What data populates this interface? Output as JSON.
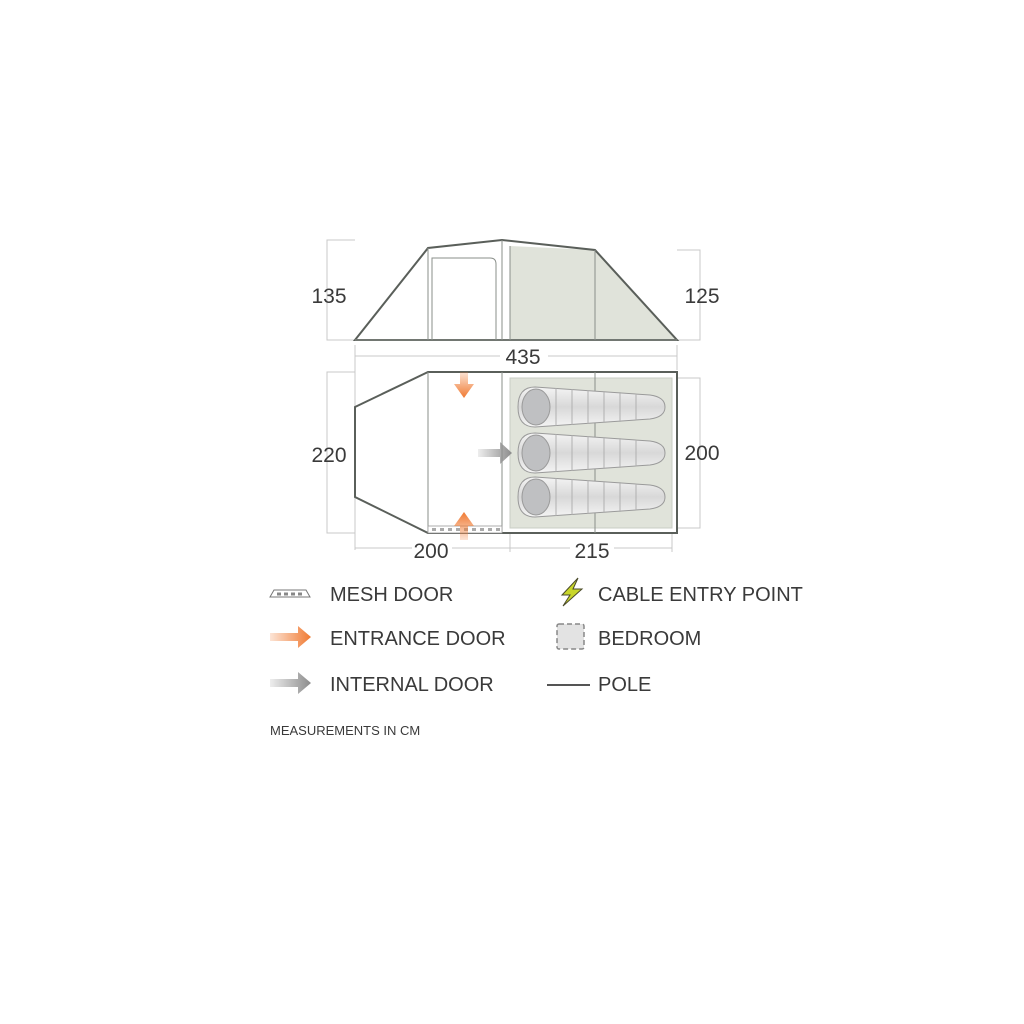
{
  "dimensions": {
    "side_left_height": "135",
    "side_right_height": "125",
    "total_length": "435",
    "plan_left_width": "220",
    "plan_right_width": "200",
    "living_length": "200",
    "bedroom_length": "215"
  },
  "legend": {
    "mesh_door": "MESH DOOR",
    "entrance_door": "ENTRANCE DOOR",
    "internal_door": "INTERNAL DOOR",
    "cable_entry": "CABLE ENTRY POINT",
    "bedroom": "BEDROOM",
    "pole": "POLE"
  },
  "note": "MEASUREMENTS IN CM",
  "colors": {
    "entrance_arrow": "#f07a32",
    "internal_arrow": "#8c8c8c",
    "bedroom_fill": "#e0e3da",
    "cable_icon": "#c8d62a",
    "outline": "#5a5f5a"
  }
}
